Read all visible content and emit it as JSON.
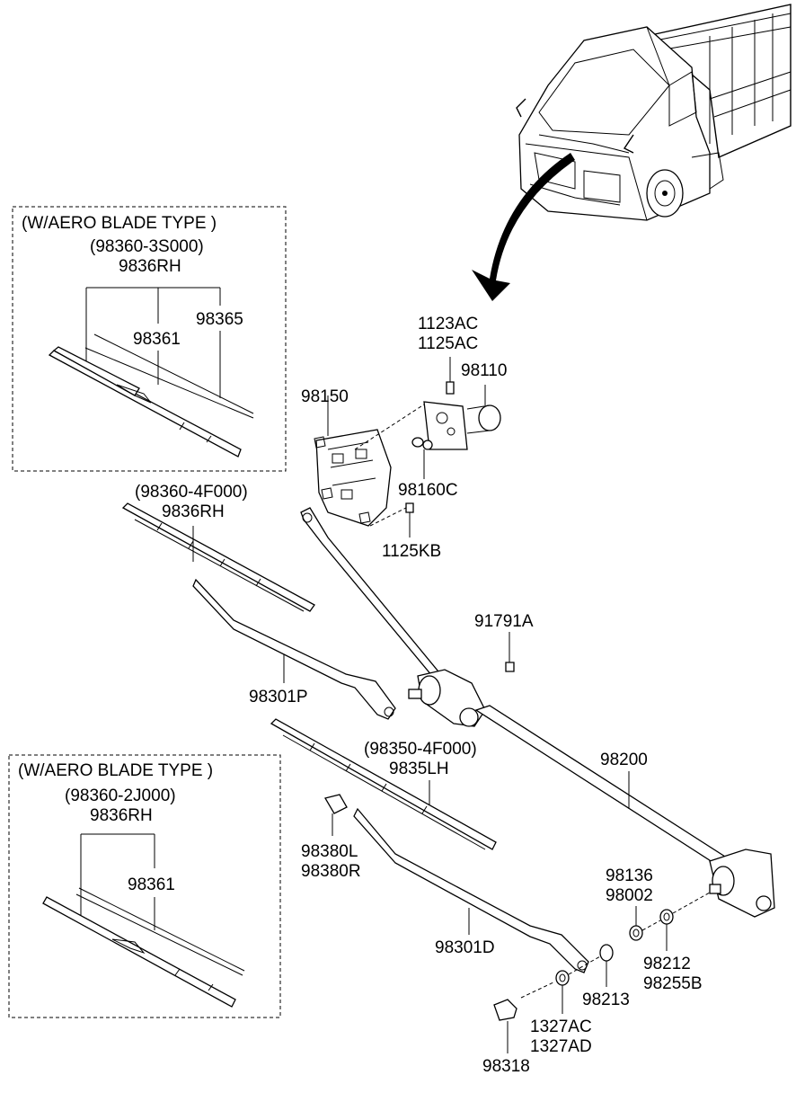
{
  "inset_boxes": [
    {
      "title": "(W/AERO BLADE TYPE )",
      "part_code": "(98360-3S000)",
      "part_name": "9836RH",
      "labels": [
        "98361",
        "98365"
      ]
    },
    {
      "title": "(W/AERO BLADE TYPE )",
      "part_code": "(98360-2J000)",
      "part_name": "9836RH",
      "labels": [
        "98361"
      ]
    }
  ],
  "labels": {
    "bolt_upper_a": "1123AC",
    "bolt_upper_b": "1125AC",
    "motor": "98110",
    "bracket": "98150",
    "bolt_motor": "98160C",
    "bolt_lower": "1125KB",
    "blade_rh_code": "(98360-4F000)",
    "blade_rh_name": "9836RH",
    "pivot_bolt": "91791A",
    "arm_rh": "98301P",
    "blade_lh_code": "(98350-4F000)",
    "blade_lh_name": "9835LH",
    "linkage": "98200",
    "connector_l": "98380L",
    "connector_r": "98380R",
    "washer_a": "98136",
    "washer_b": "98002",
    "arm_lh": "98301D",
    "washer_c": "98212",
    "washer_d": "98255B",
    "washer_e": "98213",
    "nut_a": "1327AC",
    "nut_b": "1327AD",
    "cap": "98318"
  }
}
